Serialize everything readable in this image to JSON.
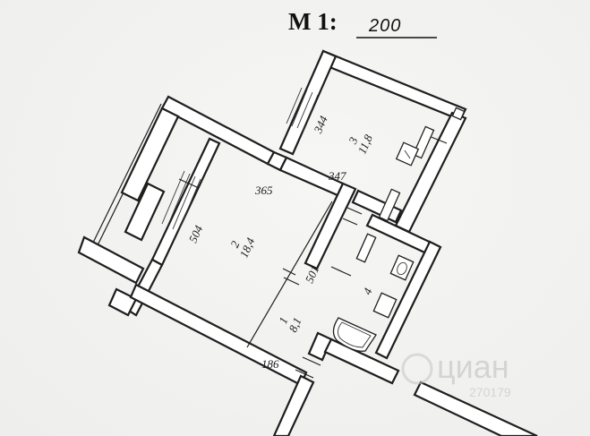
{
  "scale": {
    "prefix": "M 1:",
    "value": "200"
  },
  "rooms": [
    {
      "number": "3",
      "area": "11,8"
    },
    {
      "number": "2",
      "area": "18,4"
    },
    {
      "number": "1",
      "area": "8,1"
    },
    {
      "number": "4",
      "area": ""
    }
  ],
  "dimensions": {
    "room3_width": "344",
    "room2_top": "365",
    "room3_bottom": "347",
    "room2_left": "504",
    "room2_right": "501",
    "room1_bottom": "186"
  },
  "watermark": {
    "brand": "циан",
    "code": "270179"
  }
}
